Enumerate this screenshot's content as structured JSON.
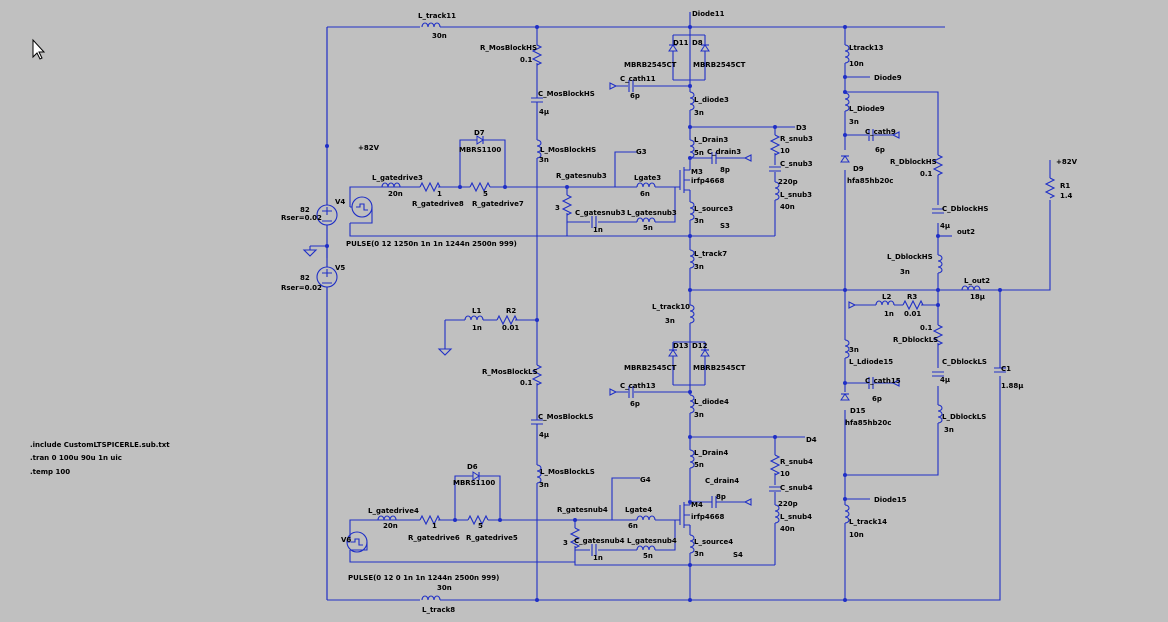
{
  "schematic": {
    "directives": [
      ".include CustomLTSPICERLE.sub.txt",
      ".tran 0 100u 90u 1n uic",
      ".temp 100"
    ],
    "labels": {
      "l_track11": "L_track11",
      "l_track11_val": "30n",
      "diode11": "Diode11",
      "r_mosblockhs": "R_MosBlockHS",
      "r_mosblockhs_val": "0.1",
      "c_mosblockhs": "C_MosBlockHS",
      "c_mosblockhs_val": "4µ",
      "l_mosblockhs": "L_MosBlockHS",
      "l_mosblockhs_val": "3n",
      "d11": "D11",
      "d8": "D8",
      "mbrb_a": "MBRB2545CT",
      "mbrb_b": "MBRB2545CT",
      "c_cath11": "C_cath11",
      "c_cath11_val": "6p",
      "l_diode3": "L_diode3",
      "l_diode3_val": "3n",
      "l_drain3": "L_Drain3",
      "l_drain3_val": "5n",
      "d3": "D3",
      "g3": "G3",
      "s3": "S3",
      "r_snub3": "R_snub3",
      "r_snub3_val": "10",
      "c_snub3": "C_snub3",
      "c_snub3_val": "220p",
      "l_snub3": "L_snub3",
      "l_snub3_val": "40n",
      "c_drain3": "C_drain3",
      "c_drain3_val": "8p",
      "m3": "M3",
      "m3_part": "irfp4668",
      "l_source3": "L_source3",
      "l_source3_val": "3n",
      "lgate3": "Lgate3",
      "lgate3_val": "6n",
      "r_gatesnub3": "R_gatesnub3",
      "r_gatesnub3_val": "3",
      "c_gatesnub3": "C_gatesnub3",
      "c_gatesnub3_val": "1n",
      "l_gatesnub3": "L_gatesnub3",
      "l_gatesnub3_val": "5n",
      "d7": "D7",
      "mbrs_a": "MBRS1100",
      "l_gatedrive3": "L_gatedrive3",
      "l_gatedrive3_val": "20n",
      "r_gatedrive8": "R_gatedrive8",
      "r_gatedrive8_val": "1",
      "r_gatedrive7": "R_gatedrive7",
      "r_gatedrive7_val": "5",
      "v82_top": "+82V",
      "v4": "V4",
      "v4_val": "82",
      "v4_rser": "Rser=0.02",
      "v5": "V5",
      "v5_val": "82",
      "v5_rser": "Rser=0.02",
      "pulse_top": "PULSE(0 12 1250n 1n 1n 1244n 2500n 999)",
      "l_track7": "L_track7",
      "l_track7_val": "3n",
      "l_track10": "L_track10",
      "l_track10_val": "3n",
      "l1": "L1",
      "l1_val": "1n",
      "r2": "R2",
      "r2_val": "0.01",
      "r_mosblockls": "R_MosBlockLS",
      "r_mosblockls_val": "0.1",
      "c_mosblockls": "C_MosBlockLS",
      "c_mosblockls_val": "4µ",
      "l_mosblockls": "L_MosBlockLS",
      "l_mosblockls_val": "3n",
      "d13": "D13",
      "d12": "D12",
      "mbrb_c": "MBRB2545CT",
      "mbrb_d": "MBRB2545CT",
      "c_cath13": "C_cath13",
      "c_cath13_val": "6p",
      "l_diode4": "L_diode4",
      "l_diode4_val": "3n",
      "l_drain4": "L_Drain4",
      "l_drain4_val": "5n",
      "d4": "D4",
      "g4": "G4",
      "s4": "S4",
      "r_snub4": "R_snub4",
      "r_snub4_val": "10",
      "c_snub4": "C_snub4",
      "c_snub4_val": "220p",
      "l_snub4": "L_snub4",
      "l_snub4_val": "40n",
      "c_drain4": "C_drain4",
      "c_drain4_val": "8p",
      "m4": "M4",
      "m4_part": "irfp4668",
      "l_source4": "L_source4",
      "l_source4_val": "3n",
      "lgate4": "Lgate4",
      "lgate4_val": "6n",
      "r_gatesnub4": "R_gatesnub4",
      "r_gatesnub4_val": "3",
      "c_gatesnub4": "C_gatesnub4",
      "c_gatesnub4_val": "1n",
      "l_gatesnub4": "L_gatesnub4",
      "l_gatesnub4_val": "5n",
      "d6": "D6",
      "mbrs_b": "MBRS1100",
      "l_gatedrive4": "L_gatedrive4",
      "l_gatedrive4_val": "20n",
      "r_gatedrive6": "R_gatedrive6",
      "r_gatedrive6_val": "1",
      "r_gatedrive5": "R_gatedrive5",
      "r_gatedrive5_val": "5",
      "v6": "V6",
      "pulse_bot": "PULSE(0 12 0 1n 1n 1244n 2500n 999)",
      "l_track8": "L_track8",
      "l_track8_val": "30n",
      "l_track13": "Ltrack13",
      "l_track13_val": "10n",
      "diode9": "Diode9",
      "l_diode9": "L_Diode9",
      "l_diode9_val": "3n",
      "c_cath9": "C_cath9",
      "c_cath9_val": "6p",
      "d9": "D9",
      "d9_part": "hfa85hb20c",
      "r_dblockhs": "R_DblockHS",
      "r_dblockhs_val": "0.1",
      "c_dblockhs": "C_DblockHS",
      "c_dblockhs_val": "4µ",
      "l_dblockhs": "L_DblockHS",
      "l_dblockhs_val": "3n",
      "out2": "out2",
      "l_out2": "L_out2",
      "l_out2_val": "18µ",
      "l2": "L2",
      "l2_val": "1n",
      "r3": "R3",
      "r3_val": "0.01",
      "r_dblockls": "R_DblockLS",
      "r_dblockls_val": "0.1",
      "c_dblockls": "C_DblockLS",
      "c_dblockls_val": "4µ",
      "l_dblockls": "L_DblockLS",
      "l_dblockls_val": "3n",
      "l_ldiode15": "L_Ldiode15",
      "l_ldiode15_val": "3n",
      "c_cath15": "C_cath15",
      "c_cath15_val": "6p",
      "d15": "D15",
      "d15_part": "hfa85hb20c",
      "diode15": "Diode15",
      "l_track14": "L_track14",
      "l_track14_val": "10n",
      "c1": "C1",
      "c1_val": "1.88µ",
      "v82_right": "+82V",
      "r1": "R1",
      "r1_val": "1.4"
    }
  }
}
